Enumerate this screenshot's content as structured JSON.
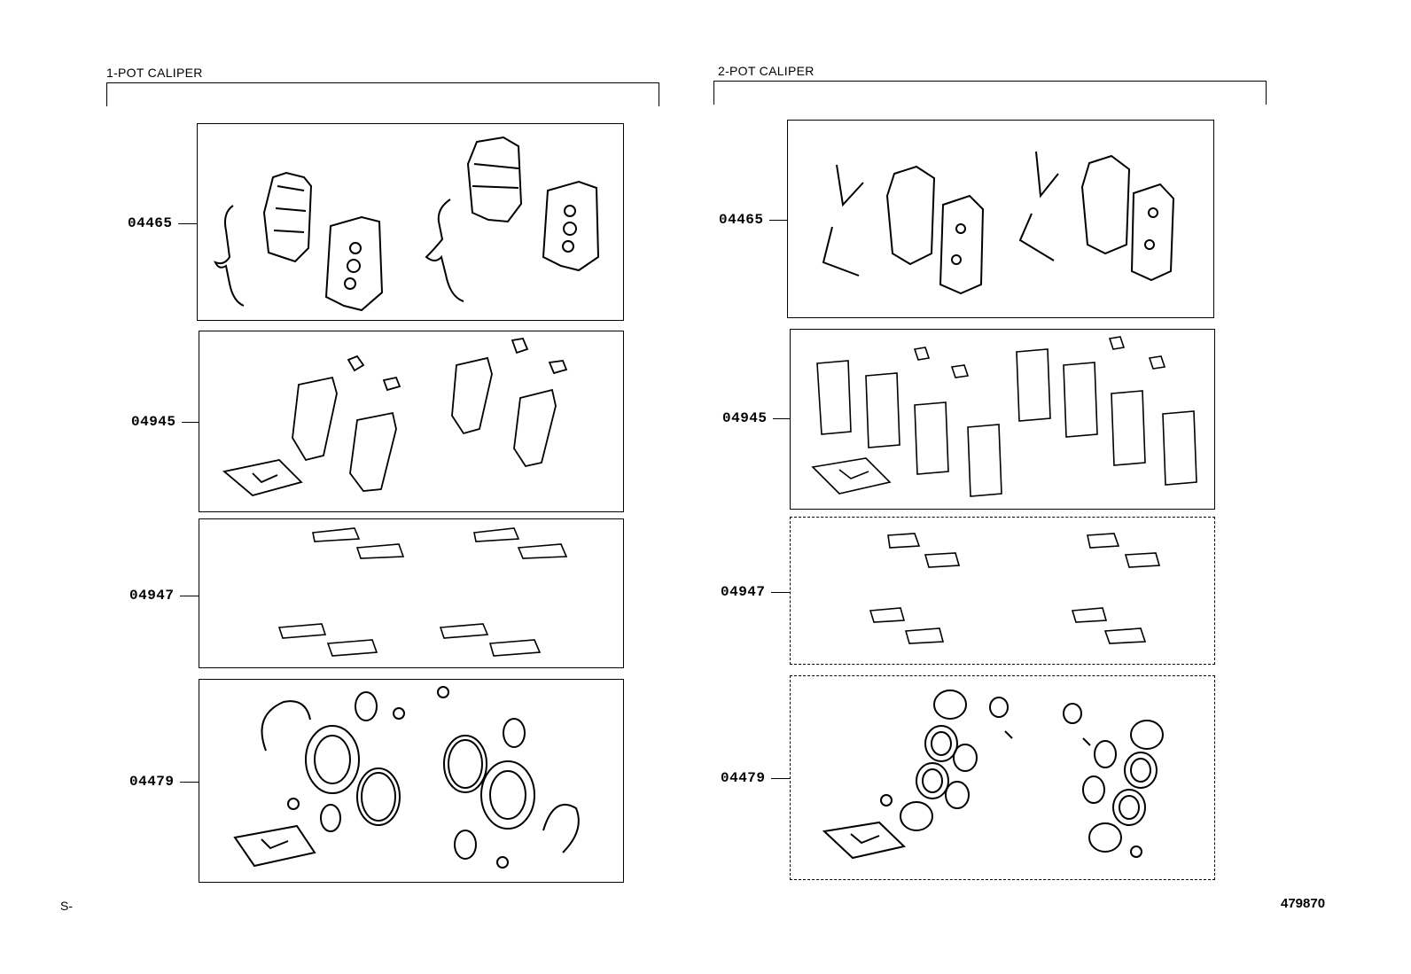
{
  "sections": [
    {
      "title": "1-POT CALIPER",
      "panels": [
        {
          "part_no": "04465",
          "content": "brake-pads"
        },
        {
          "part_no": "04945",
          "content": "anti-squeal-shims"
        },
        {
          "part_no": "04947",
          "content": "pad-support-plates"
        },
        {
          "part_no": "04479",
          "content": "cylinder-kit"
        }
      ]
    },
    {
      "title": "2-POT CALIPER",
      "panels": [
        {
          "part_no": "04465",
          "content": "brake-pads"
        },
        {
          "part_no": "04945",
          "content": "anti-squeal-shims"
        },
        {
          "part_no": "04947",
          "content": "pad-support-plates"
        },
        {
          "part_no": "04479",
          "content": "cylinder-kit"
        }
      ]
    }
  ],
  "footer": {
    "page_mark": "S-",
    "drawing_id": "479870"
  }
}
